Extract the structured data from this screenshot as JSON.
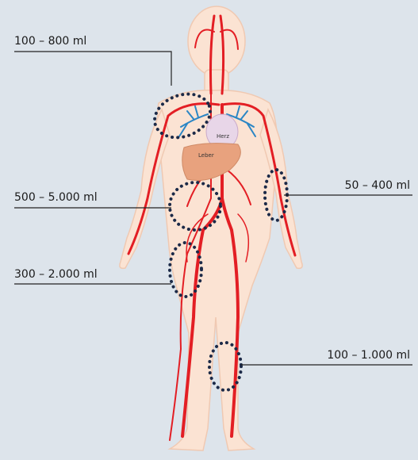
{
  "organs": {
    "heart": "Herz",
    "liver": "Leber"
  },
  "callouts": [
    {
      "id": "lung",
      "text": "100 – 800 ml"
    },
    {
      "id": "arm",
      "text": "50 – 400 ml"
    },
    {
      "id": "abdomen",
      "text": "500 – 5.000 ml"
    },
    {
      "id": "thigh",
      "text": "300 – 2.000 ml"
    },
    {
      "id": "calf",
      "text": "100 – 1.000 ml"
    }
  ],
  "colors": {
    "background": "#dde4eb",
    "skin": "#fbe3d3",
    "artery": "#e31e24",
    "vein": "#2b86c5",
    "heart": "#e8d6e8",
    "liver": "#e8a27e",
    "dots": "#1c2a48",
    "line": "#222222"
  }
}
